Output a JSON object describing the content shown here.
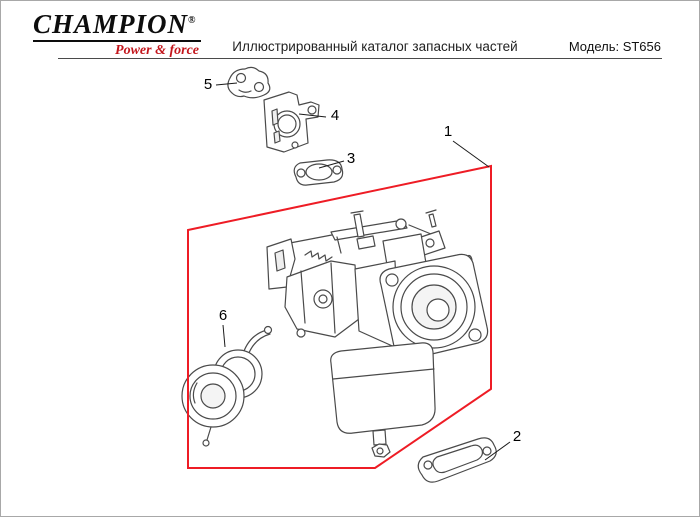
{
  "brand": {
    "logo_text": "CHAMPION",
    "logo_reg": "®",
    "tagline": "Power & force"
  },
  "header": {
    "title": "Иллюстрированный каталог запасных частей",
    "model": "Модель: ST656"
  },
  "callouts": [
    {
      "id": "1"
    },
    {
      "id": "2"
    },
    {
      "id": "3"
    },
    {
      "id": "4"
    },
    {
      "id": "5"
    },
    {
      "id": "6"
    }
  ],
  "colors": {
    "logo_red": "#c3161c",
    "highlight_red": "#ee1c25",
    "line_gray": "#4a4a4a"
  }
}
